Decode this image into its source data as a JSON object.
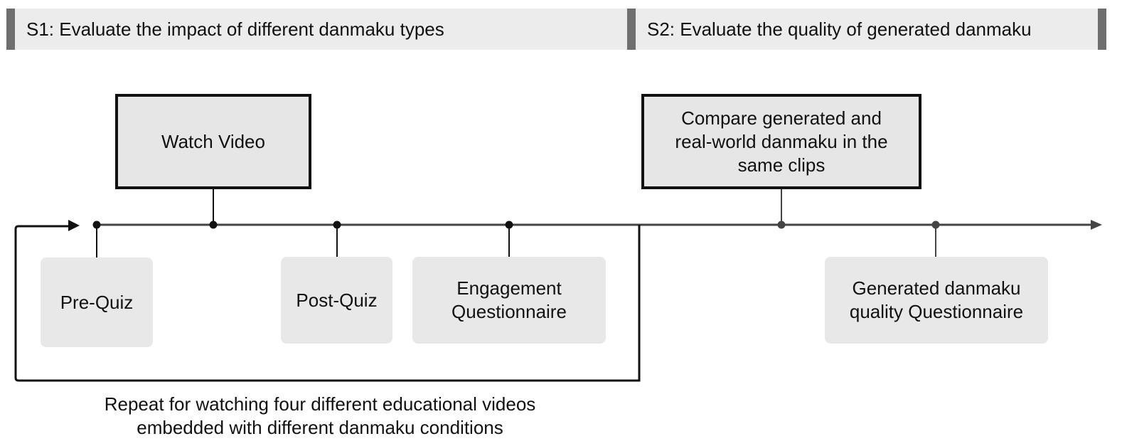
{
  "stage1": {
    "title": "S1: Evaluate the impact of different danmaku types"
  },
  "stage2": {
    "title": "S2: Evaluate the quality of generated danmaku"
  },
  "steps": {
    "watch_video": "Watch Video",
    "pre_quiz": "Pre-Quiz",
    "post_quiz": "Post-Quiz",
    "engagement_line1": "Engagement",
    "engagement_line2": "Questionnaire",
    "compare_line1": "Compare generated and",
    "compare_line2": "real-world danmaku in the",
    "compare_line3": "same clips",
    "quality_line1": "Generated danmaku",
    "quality_line2": "quality Questionnaire"
  },
  "repeat_note": {
    "line1": "Repeat for watching four different educational videos",
    "line2": "embedded with different danmaku conditions"
  },
  "colors": {
    "bar_fill": "#ececec",
    "bar_cap": "#6f6f6f",
    "box_fill": "#e6e6e6",
    "line": "#444444",
    "loop_line": "#111111"
  }
}
